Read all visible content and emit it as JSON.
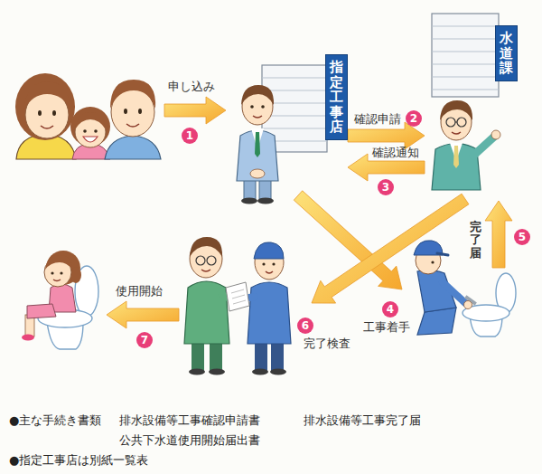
{
  "diagram": {
    "nodes": [
      {
        "text": [
          "指定工事店"
        ]
      },
      {
        "text": [
          "水道課"
        ]
      }
    ],
    "edges": [
      {
        "from": 0,
        "to": 1,
        "arrow": "to",
        "label": "確認申請"
      },
      {
        "from": 1,
        "to": 0,
        "arrow": "to",
        "label": "確認通知"
      }
    ],
    "labels": [
      "申し込み",
      "1",
      "2",
      "3",
      "4",
      "工事着手",
      "5",
      "完了届",
      "6",
      "完了検査",
      "7",
      "使用開始",
      "●主な手続き書類",
      "排水設備等工事確認申請書",
      "排水設備等工事完了届",
      "公共下水道使用開始届出書",
      "●指定工事店は別紙一覧表"
    ]
  }
}
